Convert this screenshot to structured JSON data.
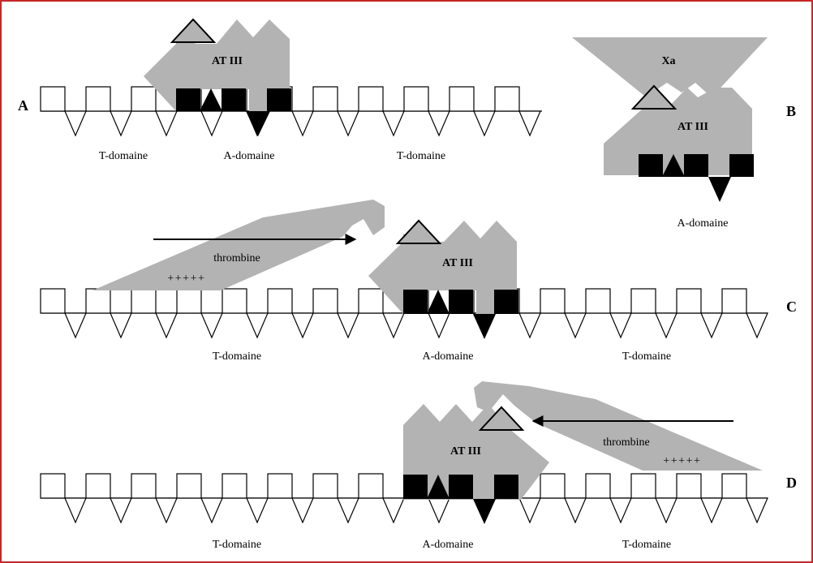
{
  "colors": {
    "frame": "#c62828",
    "protein": "#b3b3b3",
    "block": "#000000",
    "line": "#000000"
  },
  "panels": {
    "A": {
      "letter": "A",
      "enzyme": "AT III",
      "left_domain": "T-domaine",
      "mid_domain": "A-domaine",
      "right_domain": "T-domaine"
    },
    "B": {
      "letter": "B",
      "factor": "Xa",
      "enzyme": "AT III",
      "mid_domain": "A-domaine"
    },
    "C": {
      "letter": "C",
      "enzyme": "AT III",
      "thrombin": "thrombine",
      "charges": "+++++",
      "left_domain": "T-domaine",
      "mid_domain": "A-domaine",
      "right_domain": "T-domaine"
    },
    "D": {
      "letter": "D",
      "enzyme": "AT III",
      "thrombin": "thrombine",
      "charges": "+++++",
      "left_domain": "T-domaine",
      "mid_domain": "A-domaine",
      "right_domain": "T-domaine"
    }
  }
}
